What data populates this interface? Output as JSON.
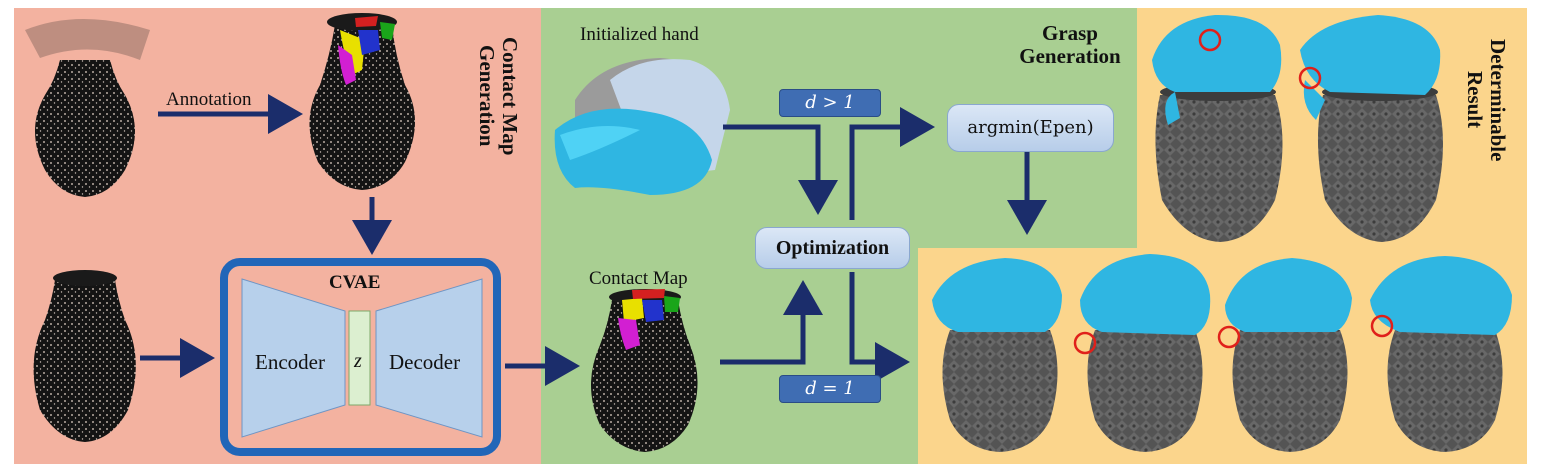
{
  "labels": {
    "annotation": "Annotation",
    "initialized_hand": "Initialized hand",
    "contact_map": "Contact Map"
  },
  "cvae": {
    "title": "CVAE",
    "encoder": "Encoder",
    "latent": "z",
    "decoder": "Decoder"
  },
  "sections": {
    "contact_map_generation": [
      "Contact Map",
      "Generation"
    ],
    "grasp_generation": [
      "Grasp",
      "Generation"
    ],
    "determinable_result": [
      "Determinable",
      "Result"
    ]
  },
  "conditions": {
    "d_gt_1": "d > 1",
    "d_eq_1": "d = 1"
  },
  "boxes": {
    "optimization": "Optimization",
    "argmin": "argmin(Epen)"
  },
  "colors": {
    "contact_panel": "#f3b2a0",
    "grasp_panel": "#a9cf92",
    "result_panel": "#fbd58c",
    "arrow": "#1b2d6b",
    "cvae_border": "#2166b8",
    "hand": "#2fb6e2",
    "penetration_marker": "#e0201a"
  }
}
